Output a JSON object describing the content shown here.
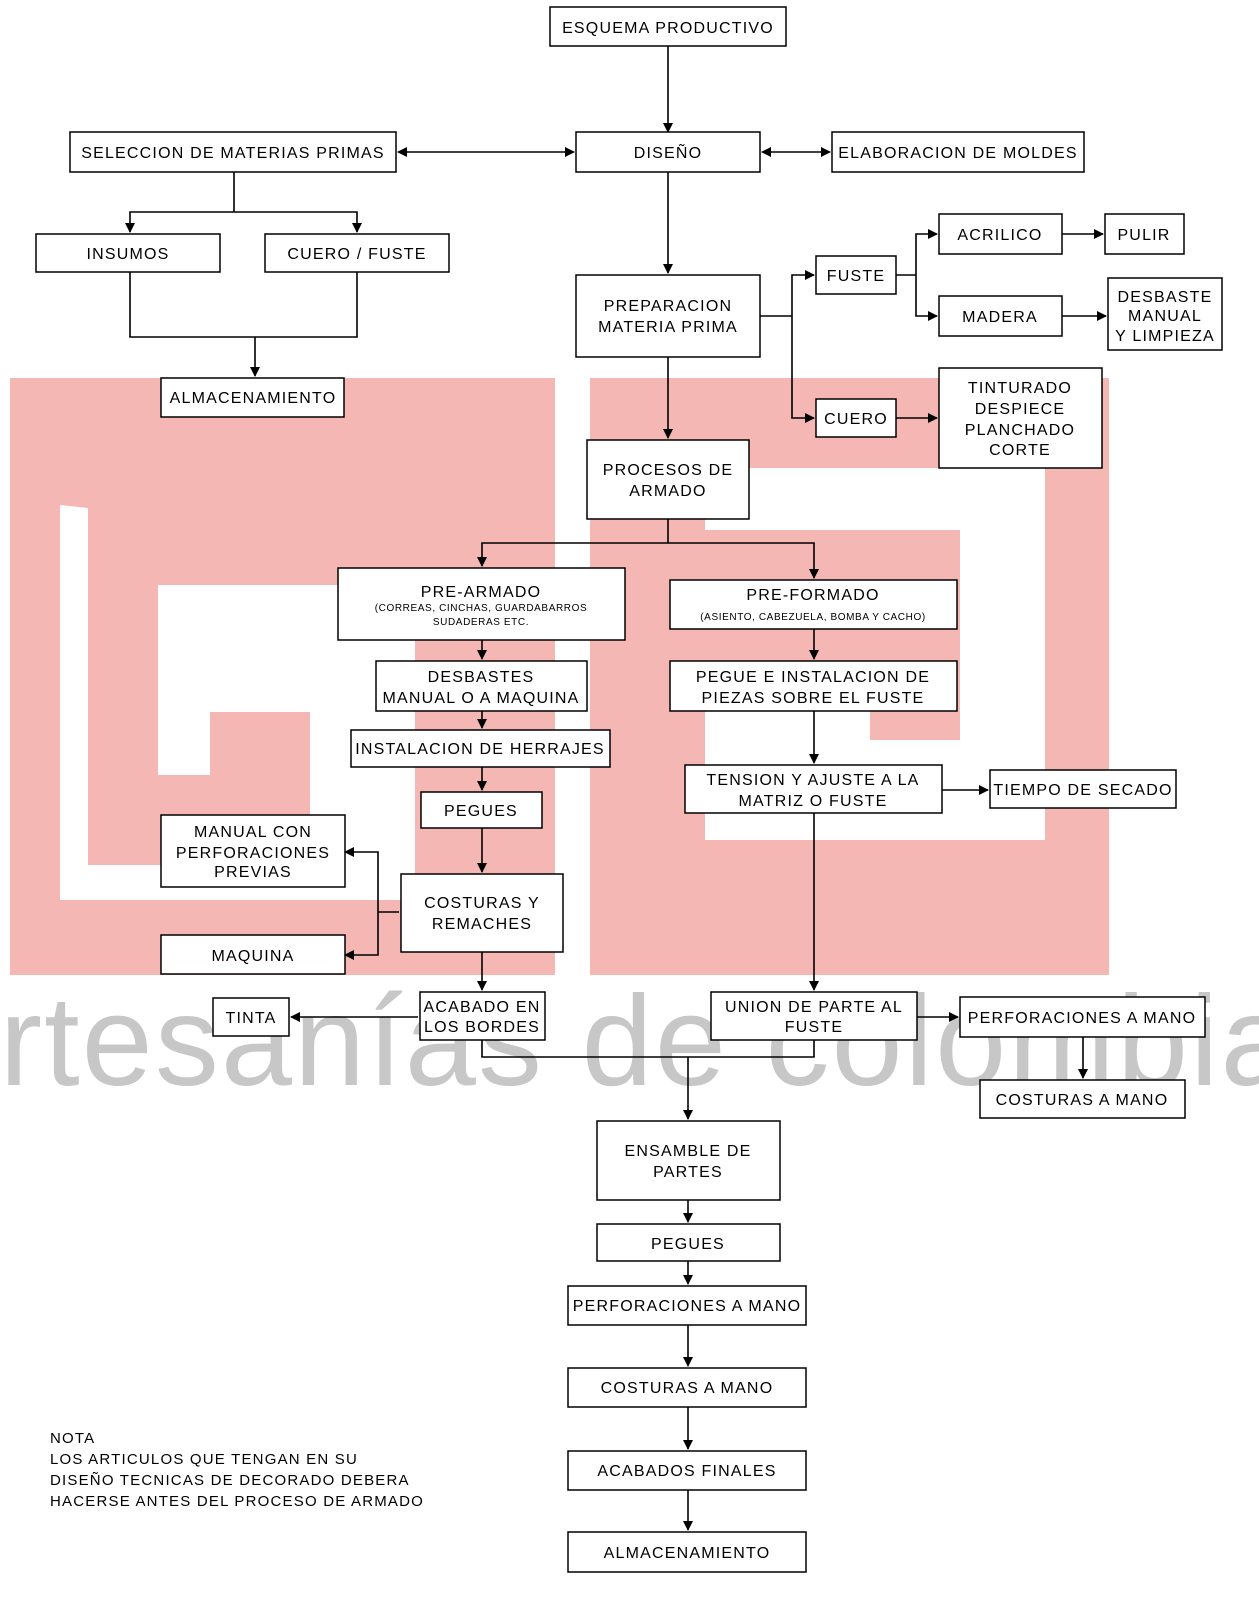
{
  "watermark": "artesanías de colombia",
  "boxes": {
    "esquema": "ESQUEMA PRODUCTIVO",
    "seleccion": "SELECCION DE MATERIAS PRIMAS",
    "diseno": "DISEÑO",
    "moldes": "ELABORACION DE MOLDES",
    "insumos": "INSUMOS",
    "cuero_fuste": "CUERO /  FUSTE",
    "almac1": "ALMACENAMIENTO",
    "prep": [
      "PREPARACION",
      "MATERIA PRIMA"
    ],
    "fuste": "FUSTE",
    "acrilico": "ACRILICO",
    "pulir": "PULIR",
    "madera": "MADERA",
    "desbaste_limpieza": [
      "DESBASTE",
      "MANUAL",
      "Y LIMPIEZA"
    ],
    "cuero": "CUERO",
    "tinturado": [
      "TINTURADO",
      "DESPIECE",
      "PLANCHADO",
      "CORTE"
    ],
    "procesos": [
      "PROCESOS DE",
      "ARMADO"
    ],
    "prearmado_title": "PRE-ARMADO",
    "prearmado_sub": [
      "(CORREAS, CINCHAS, GUARDABARROS",
      "SUDADERAS ETC."
    ],
    "preformado_title": "PRE-FORMADO",
    "preformado_sub": "(ASIENTO, CABEZUELA, BOMBA Y CACHO)",
    "desbastes": [
      "DESBASTES",
      "MANUAL O A MAQUINA"
    ],
    "herrajes": "INSTALACION DE HERRAJES",
    "pegues1": "PEGUES",
    "pegue_inst": [
      "PEGUE E INSTALACION DE",
      "PIEZAS SOBRE EL FUSTE"
    ],
    "tension": [
      "TENSION Y AJUSTE A LA",
      "MATRIZ O FUSTE"
    ],
    "secado": "TIEMPO DE SECADO",
    "manual_perf": [
      "MANUAL CON",
      "PERFORACIONES",
      "PREVIAS"
    ],
    "costuras_rem": [
      "COSTURAS Y",
      "REMACHES"
    ],
    "maquina": "MAQUINA",
    "tinta": "TINTA",
    "acabado_bordes": [
      "ACABADO EN",
      "LOS BORDES"
    ],
    "union": [
      "UNION DE PARTE AL",
      "FUSTE"
    ],
    "perf_mano1": "PERFORACIONES A MANO",
    "costuras_mano1": "COSTURAS A MANO",
    "ensamble": [
      "ENSAMBLE DE",
      "PARTES"
    ],
    "pegues2": "PEGUES",
    "perf_mano2": "PERFORACIONES A MANO",
    "costuras_mano2": "COSTURAS A MANO",
    "acabados_finales": "ACABADOS FINALES",
    "almac2": "ALMACENAMIENTO"
  },
  "note": [
    "NOTA",
    "LOS ARTICULOS QUE TENGAN EN SU",
    "DISEÑO TECNICAS DE DECORADO DEBERA",
    "HACERSE ANTES DEL PROCESO DE ARMADO"
  ],
  "colors": {
    "watermark_red": "#f4b7b3",
    "watermark_grey": "#9b9b9b",
    "stroke": "#000000"
  }
}
